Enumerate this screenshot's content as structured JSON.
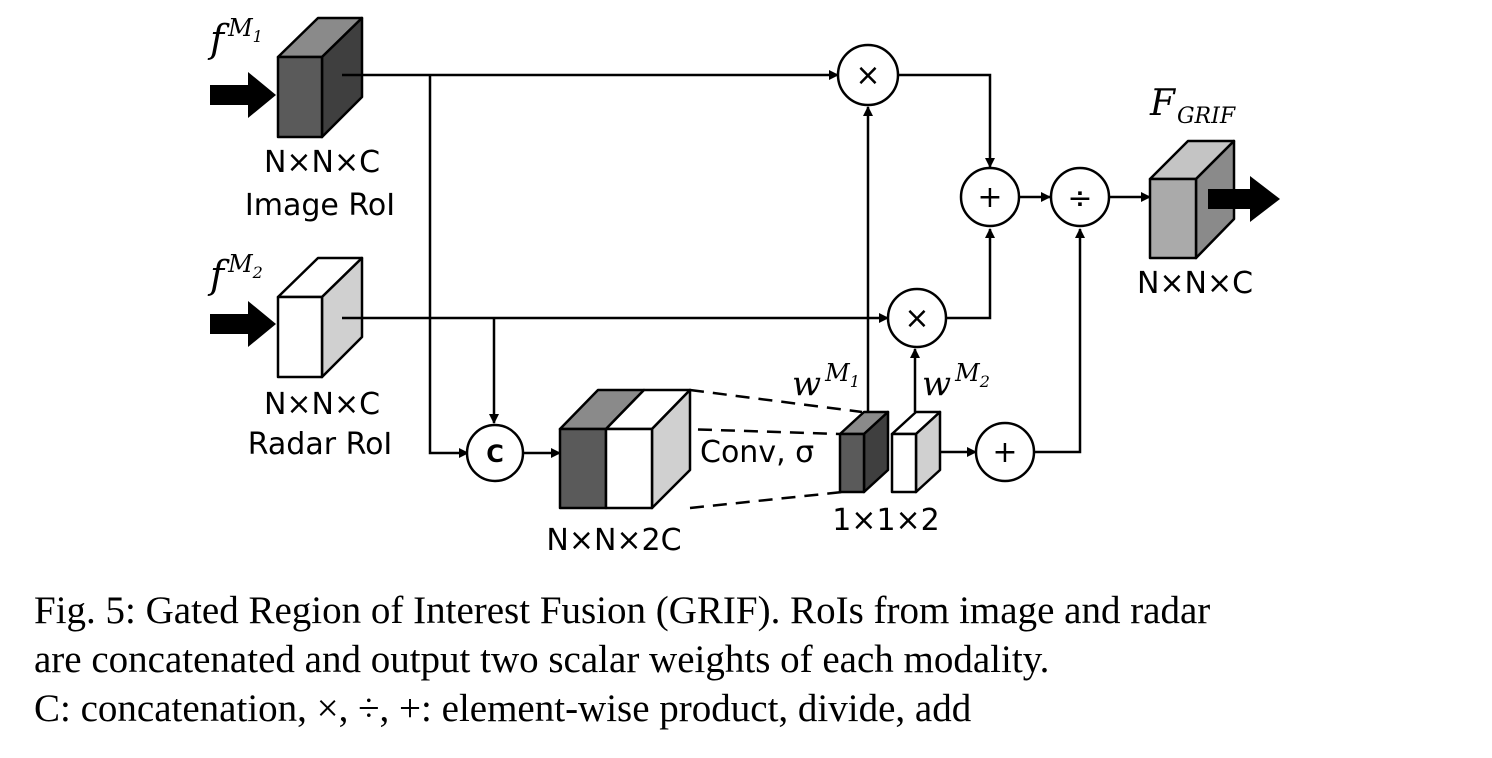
{
  "inputs": {
    "image_feature": {
      "symbol": "f",
      "superscript": "M",
      "sub_index": "1",
      "size": "N×N×C",
      "name": "Image RoI"
    },
    "radar_feature": {
      "symbol": "f",
      "superscript": "M",
      "sub_index": "2",
      "size": "N×N×C",
      "name": "Radar RoI"
    }
  },
  "concat": {
    "symbol": "C",
    "size": "N×N×2C"
  },
  "conv_label": "Conv, σ",
  "weights": {
    "w1": {
      "symbol": "w",
      "superscript": "M",
      "sub_index": "1"
    },
    "w2": {
      "symbol": "w",
      "superscript": "M",
      "sub_index": "2"
    },
    "size": "1×1×2"
  },
  "operators": {
    "multiply": "×",
    "add": "+",
    "divide": "÷"
  },
  "output": {
    "symbol": "F",
    "subscript": "GRIF",
    "size": "N×N×C"
  },
  "colors": {
    "image_cube": "#5a5a5a",
    "radar_cube": "#ffffff",
    "output_cube": "#aaaaaa"
  },
  "caption": {
    "line1": "Fig. 5: Gated Region of Interest Fusion (GRIF). RoIs from image and radar",
    "line2": "are concatenated and output two scalar weights of each modality.",
    "line3": "C: concatenation, ×, ÷, +: element-wise product, divide, add"
  }
}
